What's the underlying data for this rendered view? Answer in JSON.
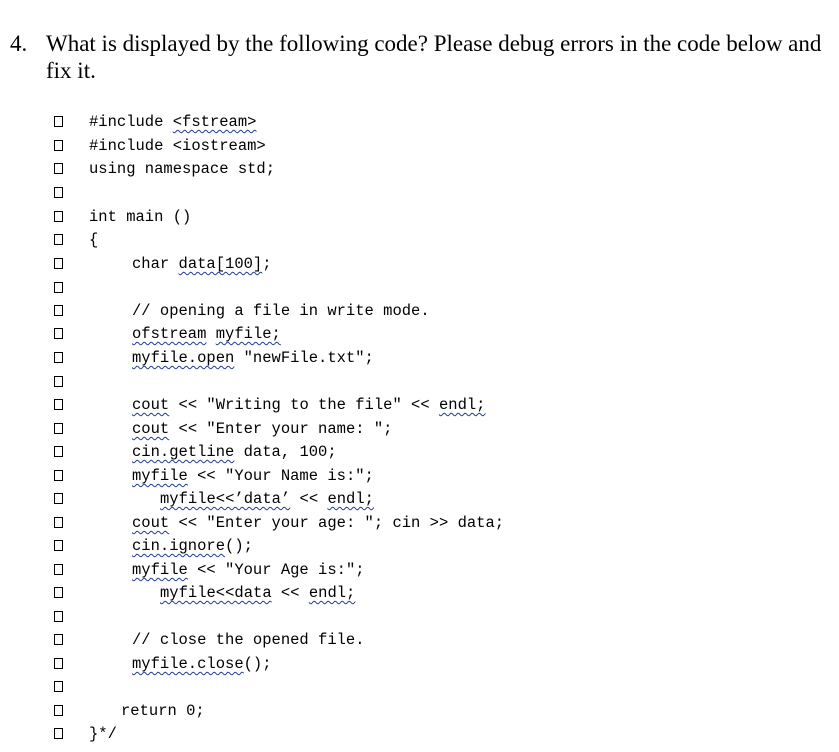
{
  "question": {
    "number": "4.",
    "text": "What is displayed by the following code? Please debug errors in the code below and fix it."
  },
  "code_lines": [
    {
      "indent": 0,
      "parts": [
        {
          "t": "#include "
        },
        {
          "t": "<fstream>",
          "s": true
        }
      ]
    },
    {
      "indent": 0,
      "parts": [
        {
          "t": "#include <iostream>"
        }
      ]
    },
    {
      "indent": 0,
      "parts": [
        {
          "t": "using namespace std;"
        }
      ]
    },
    {
      "indent": 0,
      "parts": []
    },
    {
      "indent": 0,
      "parts": [
        {
          "t": "int main ()"
        }
      ]
    },
    {
      "indent": 0,
      "parts": [
        {
          "t": "{"
        }
      ]
    },
    {
      "indent": 2,
      "parts": [
        {
          "t": "char "
        },
        {
          "t": "data[100]",
          "s": true
        },
        {
          "t": ";"
        }
      ]
    },
    {
      "indent": 0,
      "parts": []
    },
    {
      "indent": 2,
      "parts": [
        {
          "t": "// opening a file in write mode."
        }
      ]
    },
    {
      "indent": 2,
      "parts": [
        {
          "t": "ofstream",
          "s": true
        },
        {
          "t": " "
        },
        {
          "t": "myfile;",
          "s": true
        }
      ]
    },
    {
      "indent": 2,
      "parts": [
        {
          "t": "myfile.open",
          "s": true
        },
        {
          "t": " \"newFile.txt\";"
        }
      ]
    },
    {
      "indent": 0,
      "parts": []
    },
    {
      "indent": 2,
      "parts": [
        {
          "t": "cout",
          "s": true
        },
        {
          "t": " << \"Writing to the file\" << "
        },
        {
          "t": "endl;",
          "s": true
        }
      ]
    },
    {
      "indent": 2,
      "parts": [
        {
          "t": "cout",
          "s": true
        },
        {
          "t": " << \"Enter your name: \";"
        }
      ]
    },
    {
      "indent": 2,
      "parts": [
        {
          "t": "cin.getline",
          "s": true
        },
        {
          "t": " data, 100;"
        }
      ]
    },
    {
      "indent": 2,
      "parts": [
        {
          "t": "myfile",
          "s": true
        },
        {
          "t": " << \"Your Name is:\";"
        }
      ]
    },
    {
      "indent": 3,
      "parts": [
        {
          "t": "myfile<<’data’",
          "s": true
        },
        {
          "t": " << "
        },
        {
          "t": "endl;",
          "s": true
        }
      ]
    },
    {
      "indent": 2,
      "parts": [
        {
          "t": "cout",
          "s": true
        },
        {
          "t": " << \"Enter your age: \"; cin >> data;"
        }
      ]
    },
    {
      "indent": 2,
      "parts": [
        {
          "t": "cin.ignore",
          "s": true
        },
        {
          "t": "();"
        }
      ]
    },
    {
      "indent": 2,
      "parts": [
        {
          "t": "myfile",
          "s": true
        },
        {
          "t": " << \"Your Age is:\";"
        }
      ]
    },
    {
      "indent": 3,
      "parts": [
        {
          "t": "myfile<<data",
          "s": true
        },
        {
          "t": " << "
        },
        {
          "t": "endl;",
          "s": true
        }
      ]
    },
    {
      "indent": 0,
      "parts": []
    },
    {
      "indent": 2,
      "parts": [
        {
          "t": "// close the opened file."
        }
      ]
    },
    {
      "indent": 2,
      "parts": [
        {
          "t": "myfile.close",
          "s": true
        },
        {
          "t": "();"
        }
      ]
    },
    {
      "indent": 0,
      "parts": []
    },
    {
      "indent": 1,
      "parts": [
        {
          "t": "return 0;"
        }
      ]
    },
    {
      "indent": 0,
      "parts": [
        {
          "t": "}*/"
        }
      ]
    }
  ]
}
